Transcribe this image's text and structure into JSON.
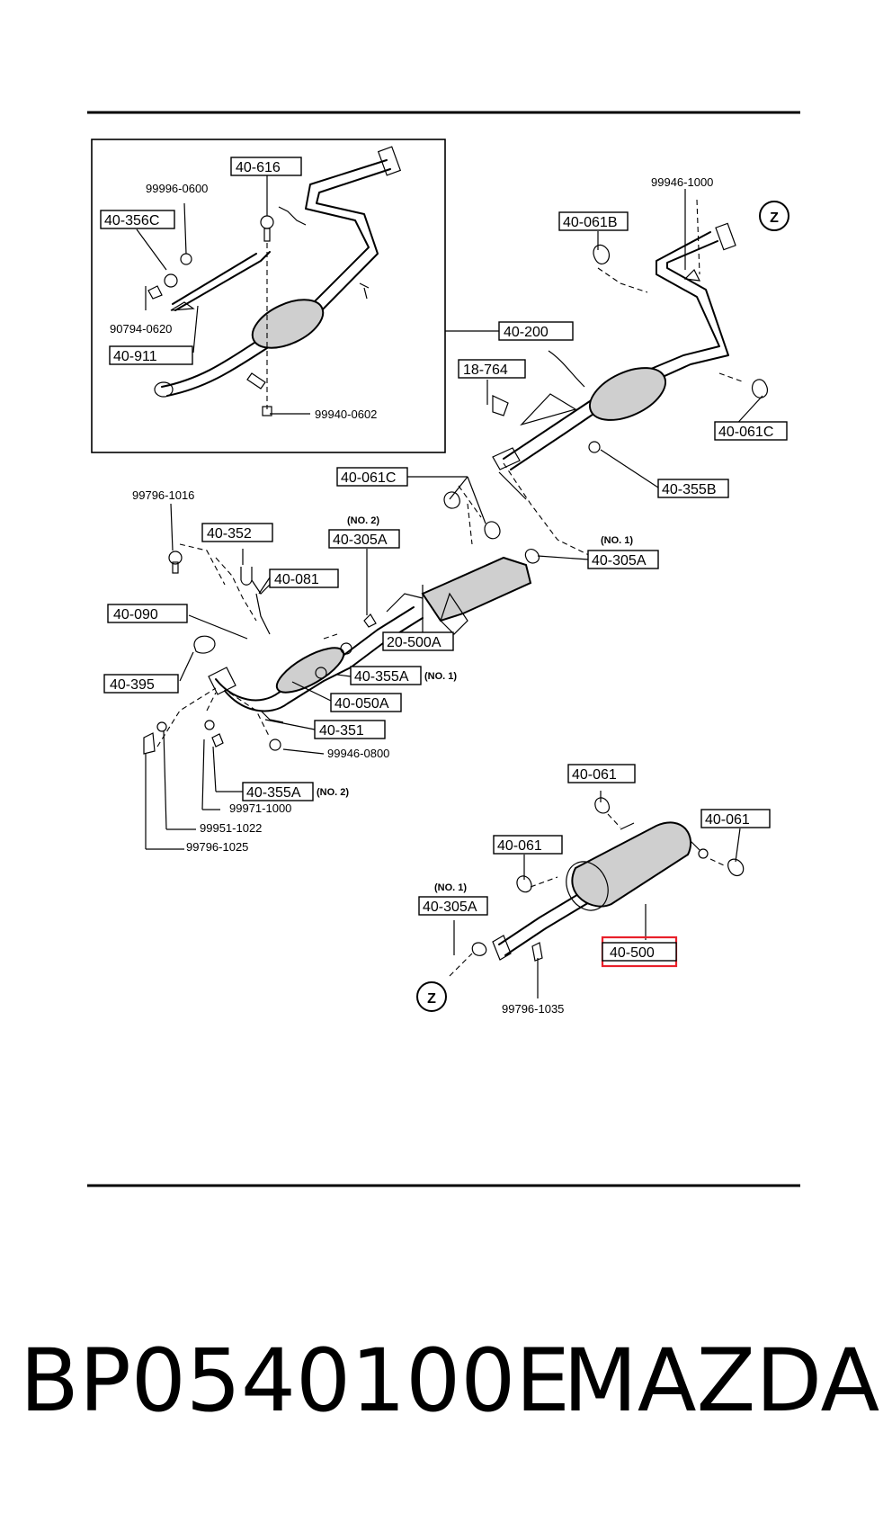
{
  "labels": {
    "l40_616": "40-616",
    "l99996": "99996-0600",
    "l40_356c": "40-356C",
    "l90794": "90794-0620",
    "l40_911": "40-911",
    "l99940": "99940-0602",
    "l40_200": "40-200",
    "l99946_1000": "99946-1000",
    "l40_061b": "40-061B",
    "l18_764": "18-764",
    "l40_061c_r": "40-061C",
    "l40_355b": "40-355B",
    "l40_061c_m": "40-061C",
    "no2_a": "(NO. 2)",
    "l40_305a_2": "40-305A",
    "no1_a": "(NO. 1)",
    "l40_305a_1": "40-305A",
    "l99796_1016": "99796-1016",
    "l40_352": "40-352",
    "l40_081": "40-081",
    "l40_090": "40-090",
    "l20_500a": "20-500A",
    "l40_355a_1": "40-355A",
    "no1_b": "(NO. 1)",
    "l40_395": "40-395",
    "l40_050a": "40-050A",
    "l40_351": "40-351",
    "l99946_0800": "99946-0800",
    "l40_355a_2": "40-355A",
    "no2_b": "(NO. 2)",
    "l99971": "99971-1000",
    "l99951": "99951-1022",
    "l99796_1025": "99796-1025",
    "l40_061_a": "40-061",
    "l40_061_b": "40-061",
    "l40_061_c": "40-061",
    "no1_c": "(NO. 1)",
    "l40_305a_3": "40-305A",
    "l40_500": "40-500",
    "l99796_1035": "99796-1035",
    "z_top": "Z",
    "z_bottom": "Z"
  },
  "footer": {
    "part_number": "BP0540100E",
    "brand": "MAZDA"
  },
  "colors": {
    "highlight": "#e8202a",
    "line": "#000000",
    "muffler_fill": "#cfcfcf"
  }
}
